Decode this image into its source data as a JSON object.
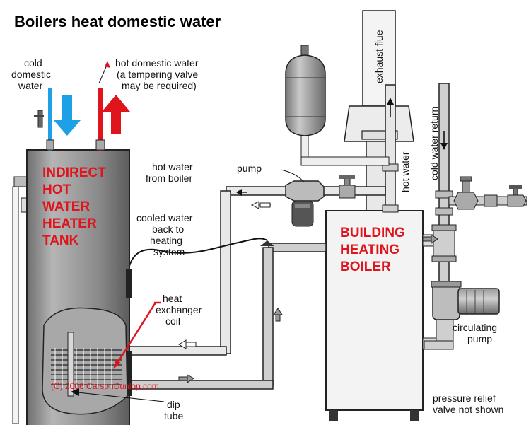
{
  "title": "Boilers heat domestic water",
  "labels": {
    "cold_line1": "cold",
    "cold_line2": "domestic",
    "cold_line3": "water",
    "hot_line1": "hot domestic water",
    "hot_line2": "(a tempering valve",
    "hot_line3": "may be required)",
    "tank_line1": "INDIRECT",
    "tank_line2": "HOT",
    "tank_line3": "WATER",
    "tank_line4": "HEATER",
    "tank_line5": "TANK",
    "hotfrom_line1": "hot water",
    "hotfrom_line2": "from boiler",
    "pump": "pump",
    "cooled_line1": "cooled water",
    "cooled_line2": "back to",
    "cooled_line3": "heating",
    "cooled_line4": "system",
    "coil_line1": "heat",
    "coil_line2": "exchanger",
    "coil_line3": "coil",
    "dip_line1": "dip",
    "dip_line2": "tube",
    "copyright": "(C) 2006 CarsonDunlop.com",
    "exhaust_flue": "exhaust flue",
    "hot_water_vert": "hot water",
    "cold_return": "cold water return",
    "boiler_line1": "BUILDING",
    "boiler_line2": "HEATING",
    "boiler_line3": "BOILER",
    "circ_line1": "circulating",
    "circ_line2": "pump",
    "relief_line1": "pressure relief",
    "relief_line2": "valve not shown"
  },
  "colors": {
    "cold_arrow": "#1ea0e6",
    "hot_arrow": "#e0141c",
    "label_red": "#e0141c",
    "pipe_fill": "#cfcfcf",
    "tank_fill": "#9a9a9a",
    "boiler_fill": "#f2f2f2"
  }
}
